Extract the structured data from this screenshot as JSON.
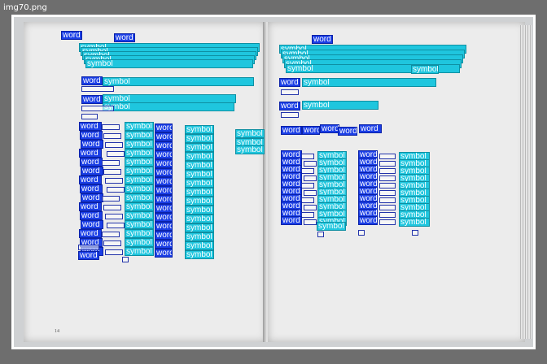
{
  "viewer": {
    "title": "img70.png"
  },
  "book": {
    "left_page_number": "14",
    "right_page_number": ""
  },
  "labels": {
    "word": "word",
    "symbol": "symbol"
  },
  "colors": {
    "word": "#1a3ee6",
    "symbol": "#1fc6de",
    "background": "#6e6e6e"
  }
}
